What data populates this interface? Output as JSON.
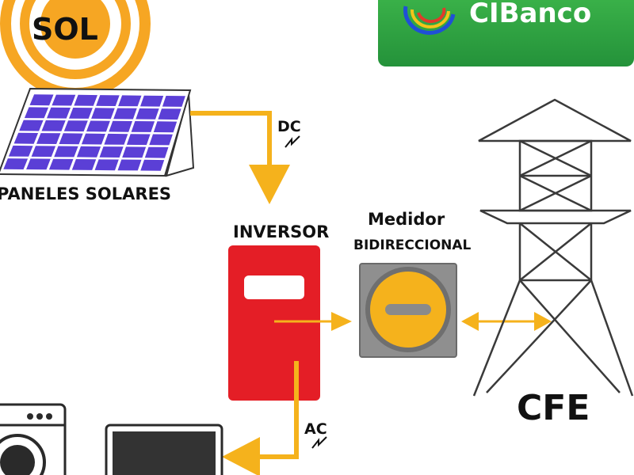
{
  "sun": {
    "label": "SOL"
  },
  "brand": {
    "name": "CIBanco"
  },
  "panels": {
    "label": "PANELES SOLARES"
  },
  "flows": {
    "dc": "DC",
    "ac": "AC"
  },
  "inverter": {
    "label": "INVERSOR"
  },
  "meter": {
    "title": "Medidor",
    "subtitle": "BIDIRECCIONAL"
  },
  "grid": {
    "label": "CFE"
  },
  "colors": {
    "sun": "#f6a623",
    "arrow": "#f5b21c",
    "panel": "#5b3fd6",
    "inverter": "#e41e26",
    "meter_body": "#8f8f8f",
    "meter_dial": "#f5b21c",
    "brand_green": "#2ea043"
  }
}
